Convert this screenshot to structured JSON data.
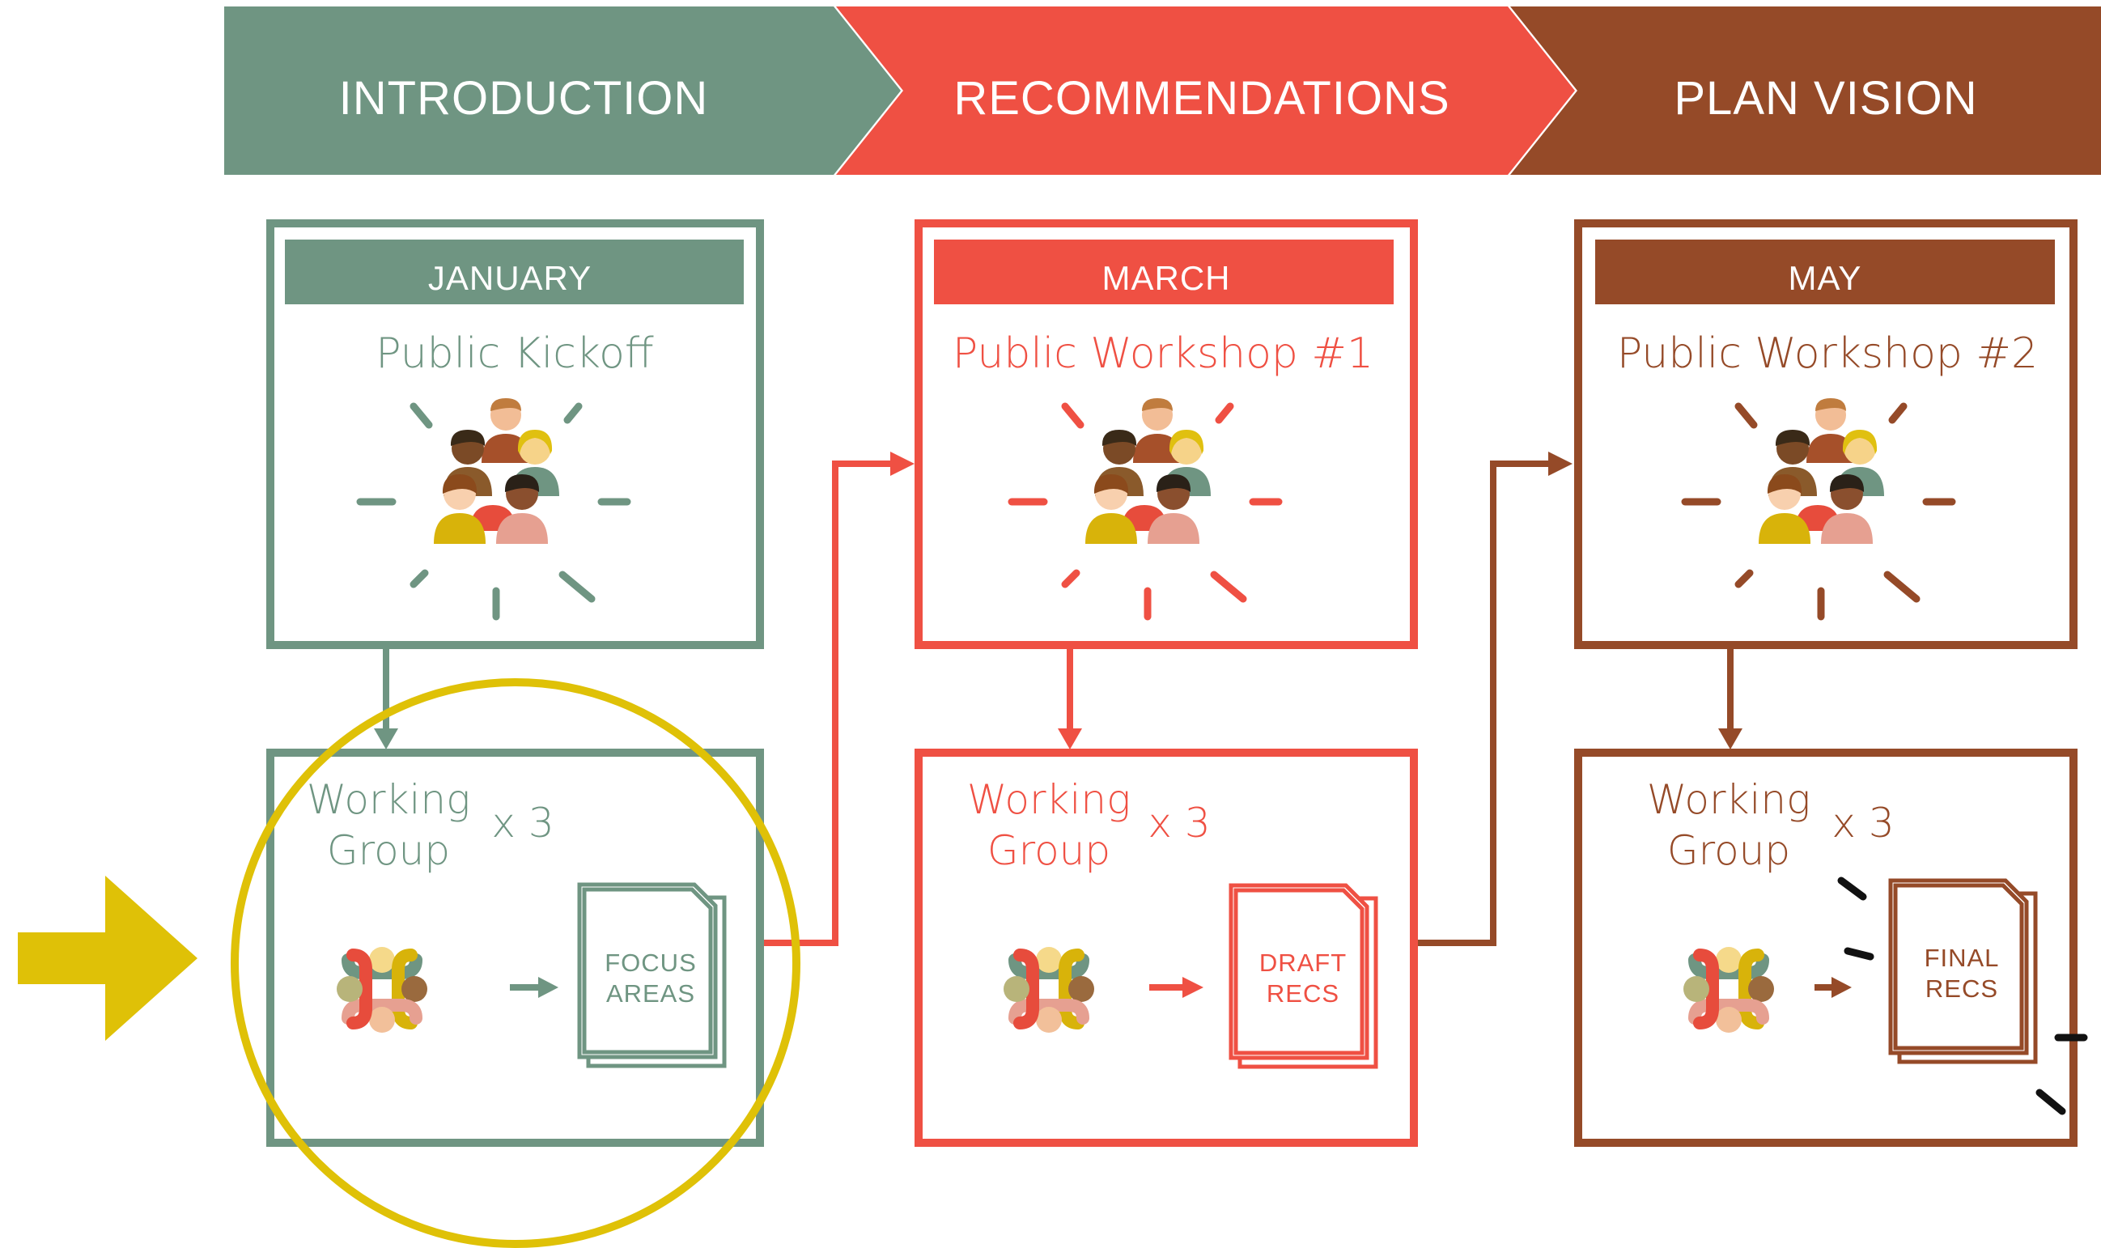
{
  "colors": {
    "introduction": "#6f9582",
    "recommendations": "#ef5043",
    "plan_vision": "#954a28",
    "highlight": "#dfc107",
    "accent_marks": "#111111",
    "background": "#ffffff"
  },
  "phases": [
    {
      "label": "INTRODUCTION"
    },
    {
      "label": "RECOMMENDATIONS"
    },
    {
      "label": "PLAN VISION"
    }
  ],
  "events": [
    {
      "month": "JANUARY",
      "title": "Public Kickoff",
      "icon": "crowd-icon"
    },
    {
      "month": "MARCH",
      "title": "Public Workshop #1",
      "icon": "crowd-icon"
    },
    {
      "month": "MAY",
      "title": "Public Workshop #2",
      "icon": "crowd-icon"
    }
  ],
  "working_groups": [
    {
      "line1": "Working",
      "line2": "Group",
      "multiplier": "x 3",
      "doc_line1": "FOCUS",
      "doc_line2": "AREAS",
      "icon": "roundtable-icon"
    },
    {
      "line1": "Working",
      "line2": "Group",
      "multiplier": "x 3",
      "doc_line1": "DRAFT",
      "doc_line2": "RECS",
      "icon": "roundtable-icon"
    },
    {
      "line1": "Working",
      "line2": "Group",
      "multiplier": "x 3",
      "doc_line1": "FINAL",
      "doc_line2": "RECS",
      "icon": "roundtable-icon"
    }
  ],
  "pointer": {
    "icon": "arrow-right-icon"
  },
  "highlight": {
    "icon": "highlight-circle"
  }
}
